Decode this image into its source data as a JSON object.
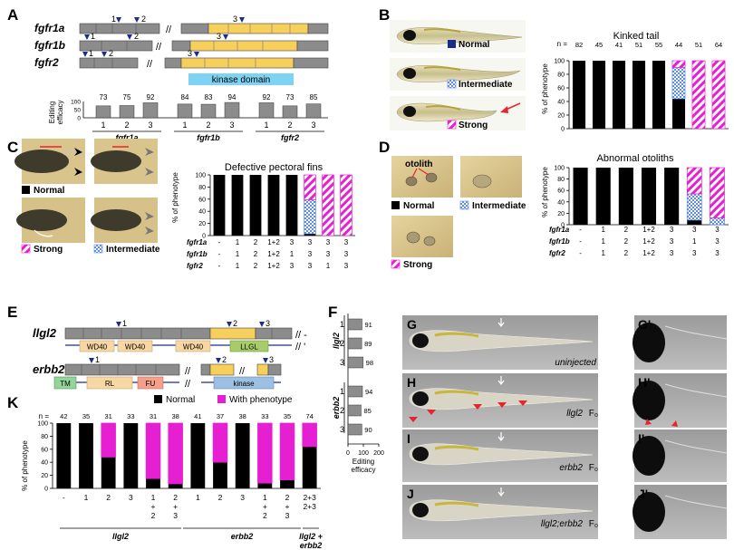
{
  "colors": {
    "exon_gray": "#8c8c8c",
    "kinase_yellow": "#f6cf5c",
    "kinase_domain": "#7fd3f2",
    "sgRNA_arrow": "#1a2c8c",
    "strong_magenta": "#e61fd2",
    "intermediate_blue": "#5b8de8",
    "normal_black": "#000000",
    "arrow_red": "#e8242c",
    "wd40": "#f7d7a3",
    "tm": "#92d49a",
    "fu": "#f4a08c",
    "kinase_erbb2": "#9dc0e2"
  },
  "panels": {
    "A": {
      "label": "A",
      "genes": [
        "fgfr1a",
        "fgfr1b",
        "fgfr2"
      ],
      "site_labels": [
        "1",
        "2",
        "3"
      ],
      "kinase_domain_label": "kinase domain",
      "axis_label_line1": "Editing",
      "axis_label_line2": "efficacy",
      "ytick_labels": [
        "0",
        "50",
        "100"
      ],
      "group_labels": [
        "fgfr1a",
        "fgfr1b",
        "fgfr2"
      ]
    },
    "B": {
      "label": "B",
      "legend": [
        "Normal",
        "Intermediate",
        "Strong"
      ],
      "n_prefix": "n ="
    },
    "C": {
      "label": "C",
      "legend": [
        "Normal",
        "Intermediate",
        "Strong"
      ],
      "row_labels": [
        "fgfr1a",
        "fgfr1b",
        "fgfr2"
      ],
      "combo_fgfr1a": [
        "-",
        "1",
        "2",
        "1+2",
        "3",
        "3",
        "3",
        "3"
      ],
      "combo_fgfr1b": [
        "-",
        "1",
        "2",
        "1+2",
        "1",
        "3",
        "3",
        "3"
      ],
      "combo_fgfr2": [
        "-",
        "1",
        "2",
        "1+2",
        "3",
        "3",
        "1",
        "3"
      ]
    },
    "D": {
      "label": "D",
      "otolith_label": "otolith",
      "legend": [
        "Normal",
        "Intermediate",
        "Strong"
      ],
      "row_labels": [
        "fgfr1a",
        "fgfr1b",
        "fgfr2"
      ],
      "combo_fgfr1a": [
        "-",
        "1",
        "2",
        "1+2",
        "3",
        "3",
        "3"
      ],
      "combo_fgfr1b": [
        "-",
        "1",
        "2",
        "1+2",
        "3",
        "1",
        "3"
      ],
      "combo_fgfr2": [
        "-",
        "1",
        "2",
        "1+2",
        "3",
        "3",
        "3"
      ]
    },
    "E": {
      "label": "E",
      "genes": [
        "llgl2",
        "erbb2"
      ],
      "site_labels": [
        "1",
        "2",
        "3"
      ],
      "llgl2_domains": [
        "WD40",
        "WD40",
        "WD40",
        "LLGL"
      ],
      "erbb2_domains": [
        "TM",
        "RL",
        "FU",
        "kinase"
      ]
    },
    "F": {
      "label": "F",
      "group_labels": [
        "llgl2",
        "erbb2"
      ],
      "site_labels": [
        "1",
        "2",
        "3",
        "1",
        "2",
        "3"
      ],
      "axis_label_line1": "Editing",
      "axis_label_line2": "efficacy",
      "xtick_labels": [
        "0",
        "100",
        "200"
      ]
    },
    "K": {
      "label": "K",
      "legend": [
        "Normal",
        "With phenotype"
      ],
      "n_prefix": "n =",
      "group_labels": [
        "llgl2",
        "erbb2",
        "llgl2 +",
        "erbb2"
      ],
      "x_line1": [
        "-",
        "1",
        "2",
        "3",
        "1",
        "2",
        "1",
        "2",
        "3",
        "1",
        "2",
        "2+3"
      ],
      "x_line2": [
        "",
        "",
        "",
        "",
        "+",
        "+",
        "",
        "",
        "",
        "+",
        "+",
        "2+3"
      ],
      "x_line3": [
        "",
        "",
        "",
        "",
        "2",
        "3",
        "",
        "",
        "",
        "2",
        "3",
        ""
      ]
    },
    "G": {
      "label": "G",
      "caption": "uninjected",
      "label_inset": "G'"
    },
    "H": {
      "label": "H",
      "caption_gene": "llgl2",
      "caption_suffix": "F₀",
      "label_inset": "H'"
    },
    "I": {
      "label": "I",
      "caption_gene": "erbb2",
      "caption_suffix": "F₀",
      "label_inset": "I'"
    },
    "J": {
      "label": "J",
      "caption_gene": "llgl2;erbb2",
      "caption_suffix": "F₀",
      "label_inset": "J'"
    }
  },
  "chart_data": [
    {
      "id": "A",
      "type": "bar",
      "title": "",
      "ylabel": "Editing efficacy",
      "ylim": [
        0,
        100
      ],
      "categories": [
        "1",
        "2",
        "3",
        "1",
        "2",
        "3",
        "1",
        "2",
        "3"
      ],
      "groups": [
        "fgfr1a",
        "fgfr1a",
        "fgfr1a",
        "fgfr1b",
        "fgfr1b",
        "fgfr1b",
        "fgfr2",
        "fgfr2",
        "fgfr2"
      ],
      "values": [
        73,
        75,
        92,
        84,
        83,
        94,
        92,
        73,
        85
      ]
    },
    {
      "id": "B",
      "type": "bar",
      "stacked": true,
      "title": "Kinked tail",
      "ylabel": "% of phenotype",
      "ylim": [
        0,
        100
      ],
      "n": [
        82,
        45,
        41,
        51,
        55,
        44,
        51,
        64
      ],
      "series": [
        {
          "name": "Normal",
          "values": [
            100,
            100,
            100,
            100,
            100,
            44,
            0,
            0
          ]
        },
        {
          "name": "Intermediate",
          "values": [
            0,
            0,
            0,
            0,
            0,
            46,
            0,
            0
          ]
        },
        {
          "name": "Strong",
          "values": [
            0,
            0,
            0,
            0,
            0,
            10,
            100,
            100
          ]
        }
      ]
    },
    {
      "id": "C",
      "type": "bar",
      "stacked": true,
      "title": "Defective pectoral fins",
      "ylabel": "% of phenotype",
      "ylim": [
        0,
        100
      ],
      "series": [
        {
          "name": "Normal",
          "values": [
            100,
            100,
            100,
            100,
            100,
            3,
            0,
            0
          ]
        },
        {
          "name": "Intermediate",
          "values": [
            0,
            0,
            0,
            0,
            0,
            56,
            0,
            0
          ]
        },
        {
          "name": "Strong",
          "values": [
            0,
            0,
            0,
            0,
            0,
            41,
            100,
            100
          ]
        }
      ]
    },
    {
      "id": "D",
      "type": "bar",
      "stacked": true,
      "title": "Abnormal otoliths",
      "ylabel": "% of phenotype",
      "ylim": [
        0,
        100
      ],
      "series": [
        {
          "name": "Normal",
          "values": [
            100,
            100,
            100,
            100,
            100,
            8,
            0
          ]
        },
        {
          "name": "Intermediate",
          "values": [
            0,
            0,
            0,
            0,
            0,
            46,
            12
          ]
        },
        {
          "name": "Strong",
          "values": [
            0,
            0,
            0,
            0,
            0,
            46,
            88
          ]
        }
      ]
    },
    {
      "id": "F",
      "type": "bar",
      "orientation": "horizontal",
      "title": "",
      "xlabel": "Editing efficacy",
      "xlim": [
        0,
        200
      ],
      "categories": [
        "1",
        "2",
        "3",
        "1",
        "2",
        "3"
      ],
      "groups": [
        "llgl2",
        "llgl2",
        "llgl2",
        "erbb2",
        "erbb2",
        "erbb2"
      ],
      "values": [
        91,
        89,
        98,
        94,
        85,
        90
      ]
    },
    {
      "id": "K",
      "type": "bar",
      "stacked": true,
      "title": "",
      "ylabel": "% of phenotype",
      "ylim": [
        0,
        100
      ],
      "n": [
        42,
        35,
        31,
        33,
        31,
        38,
        41,
        37,
        38,
        33,
        35,
        74
      ],
      "series": [
        {
          "name": "Normal",
          "values": [
            100,
            100,
            48,
            100,
            15,
            7,
            100,
            40,
            100,
            8,
            13,
            64
          ]
        },
        {
          "name": "With phenotype",
          "values": [
            0,
            0,
            52,
            0,
            85,
            93,
            0,
            60,
            0,
            92,
            87,
            36
          ]
        }
      ]
    }
  ]
}
